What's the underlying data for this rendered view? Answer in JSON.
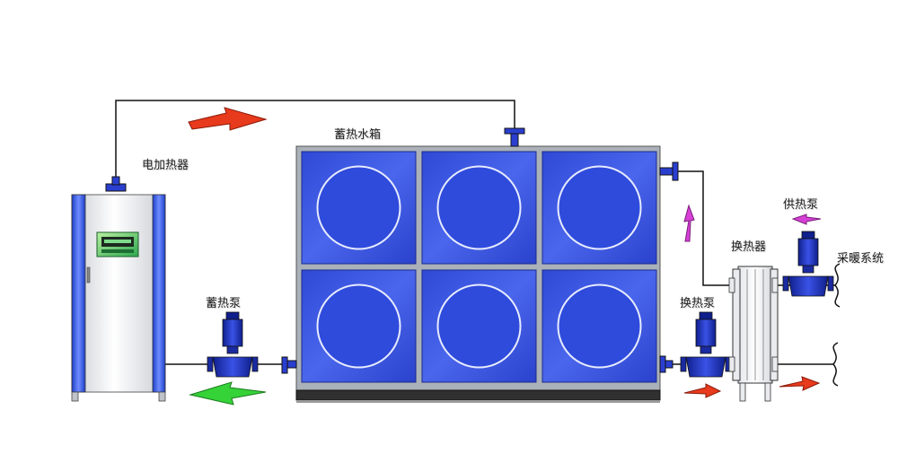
{
  "labels": {
    "heater": "电加热器",
    "tank": "蓄热水箱",
    "storage_pump": "蓄热泵",
    "hx_pump": "换热泵",
    "heat_exchanger": "换热器",
    "supply_pump": "供热泵",
    "heating_system": "采暖系统"
  },
  "colors": {
    "tank_blue": "#3d57e0",
    "tank_frame": "#9aa3ab",
    "pump_blue": "#1c2fb8",
    "heater_panel": "#2fa84f",
    "arrow_red": "#e83a1c",
    "arrow_green": "#35d238",
    "arrow_magenta": "#d640d6",
    "pipe": "#111111"
  },
  "tank": {
    "rows": 2,
    "cols": 3
  }
}
